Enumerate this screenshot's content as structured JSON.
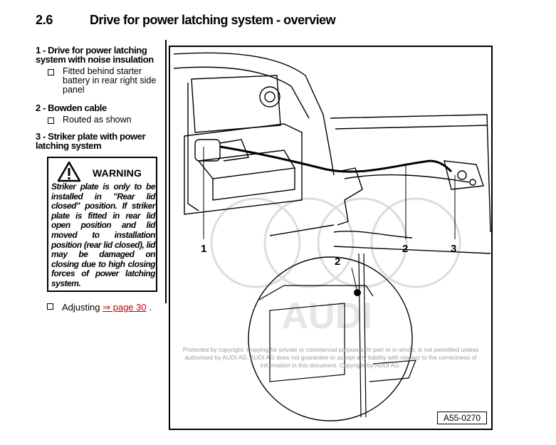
{
  "section": {
    "number": "2.6",
    "title": "Drive for power latching system - overview"
  },
  "items": [
    {
      "heading": "1 - Drive for power latching system with noise insulation",
      "bullets": [
        "Fitted behind starter battery in rear right side panel"
      ]
    },
    {
      "heading": "2 - Bowden cable",
      "bullets": [
        "Routed as shown"
      ]
    },
    {
      "heading": "3 - Striker plate with power latching system",
      "bullets": []
    }
  ],
  "warning": {
    "title": "WARNING",
    "text": "Striker plate is only to be installed in \"Rear lid closed\" position. If striker plate is fitted in rear lid open position and lid moved to installation position (rear lid closed), lid may be damaged on closing due to high closing forces of power latching system."
  },
  "adjusting": {
    "label": "Adjusting",
    "link": "⇒ page 30",
    "suffix": " ."
  },
  "figure": {
    "callouts": [
      "1",
      "2",
      "3",
      "2"
    ],
    "reference": "A55-0270",
    "watermark": "AUDI",
    "protection": "Protected by copyright. Copying for private or commercial purposes, in part or in whole, is not permitted unless authorised by AUDI AG. AUDI AG does not guarantee or accept any liability with respect to the correctness of information in this document. Copyright by AUDI AG."
  }
}
